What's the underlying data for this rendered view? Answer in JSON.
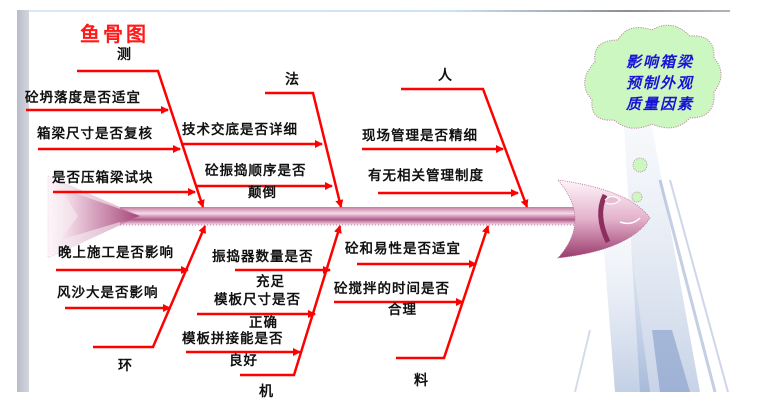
{
  "title": "鱼骨图",
  "effect": {
    "lines": [
      "影响箱梁",
      "预制外观",
      "质量因素"
    ],
    "cloud_color": "#cdf7c0",
    "text_color": "#1a14d6"
  },
  "colors": {
    "bone": "#ff0000",
    "spine": "#9e3a6b",
    "title": "#ff1a1a"
  },
  "categories": {
    "measure": {
      "label": "测",
      "causes": [
        "砼坍落度是否适宜",
        "箱梁尺寸是否复核",
        "是否压箱梁试块"
      ]
    },
    "method": {
      "label": "法",
      "causes": [
        "技术交底是否详细",
        "砼振捣顺序是否",
        "颠倒"
      ]
    },
    "man": {
      "label": "人",
      "causes": [
        "现场管理是否精细",
        "有无相关管理制度"
      ]
    },
    "environment": {
      "label": "环",
      "causes": [
        "晚上施工是否影响",
        "风沙大是否影响"
      ]
    },
    "machine": {
      "label": "机",
      "causes": [
        "振捣器数量是否",
        "充足",
        "模板尺寸是否",
        "正确",
        "模板拼接能是否",
        "良好"
      ]
    },
    "material": {
      "label": "料",
      "causes": [
        "砼和易性是否适宜",
        "砼搅拌的时间是否",
        "合理"
      ]
    }
  }
}
